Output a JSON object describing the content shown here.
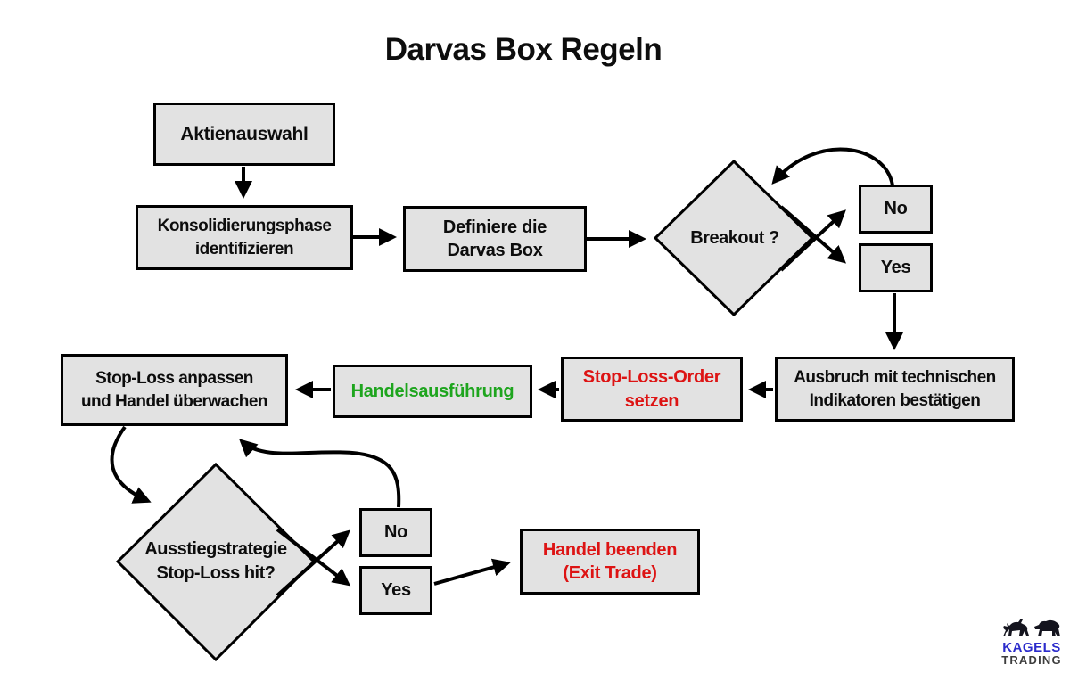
{
  "title": "Darvas Box Regeln",
  "colors": {
    "background": "#ffffff",
    "box_fill": "#e2e2e2",
    "box_border": "#000000",
    "arrow": "#000000",
    "text_black": "#0d0d0d",
    "text_red": "#dd1414",
    "text_green": "#1ea51e",
    "logo_blue": "#2b2bcb",
    "logo_gray": "#3d3d3d"
  },
  "nodes": {
    "aktienauswahl": {
      "label": "Aktienauswahl"
    },
    "konsolidierung": {
      "label": "Konsolidierungsphase\nidentifizieren"
    },
    "definiere": {
      "label": "Definiere die\nDarvas Box"
    },
    "breakout": {
      "label": "Breakout ?"
    },
    "breakout_no": {
      "label": "No"
    },
    "breakout_yes": {
      "label": "Yes"
    },
    "ausbruch": {
      "label": "Ausbruch mit technischen\nIndikatoren bestätigen"
    },
    "stop_loss_order": {
      "label": "Stop-Loss-Order\nsetzen"
    },
    "handelsausfuehrung": {
      "label": "Handelsausführung"
    },
    "stop_loss_anpassen": {
      "label": "Stop-Loss anpassen\nund Handel überwachen"
    },
    "ausstieg": {
      "label": "Ausstiegstrategie\nStop-Loss hit?"
    },
    "exit_no": {
      "label": "No"
    },
    "exit_yes": {
      "label": "Yes"
    },
    "handel_beenden": {
      "label": "Handel beenden\n(Exit Trade)"
    }
  },
  "logo": {
    "name": "KAGELS",
    "sub": "TRADING"
  }
}
